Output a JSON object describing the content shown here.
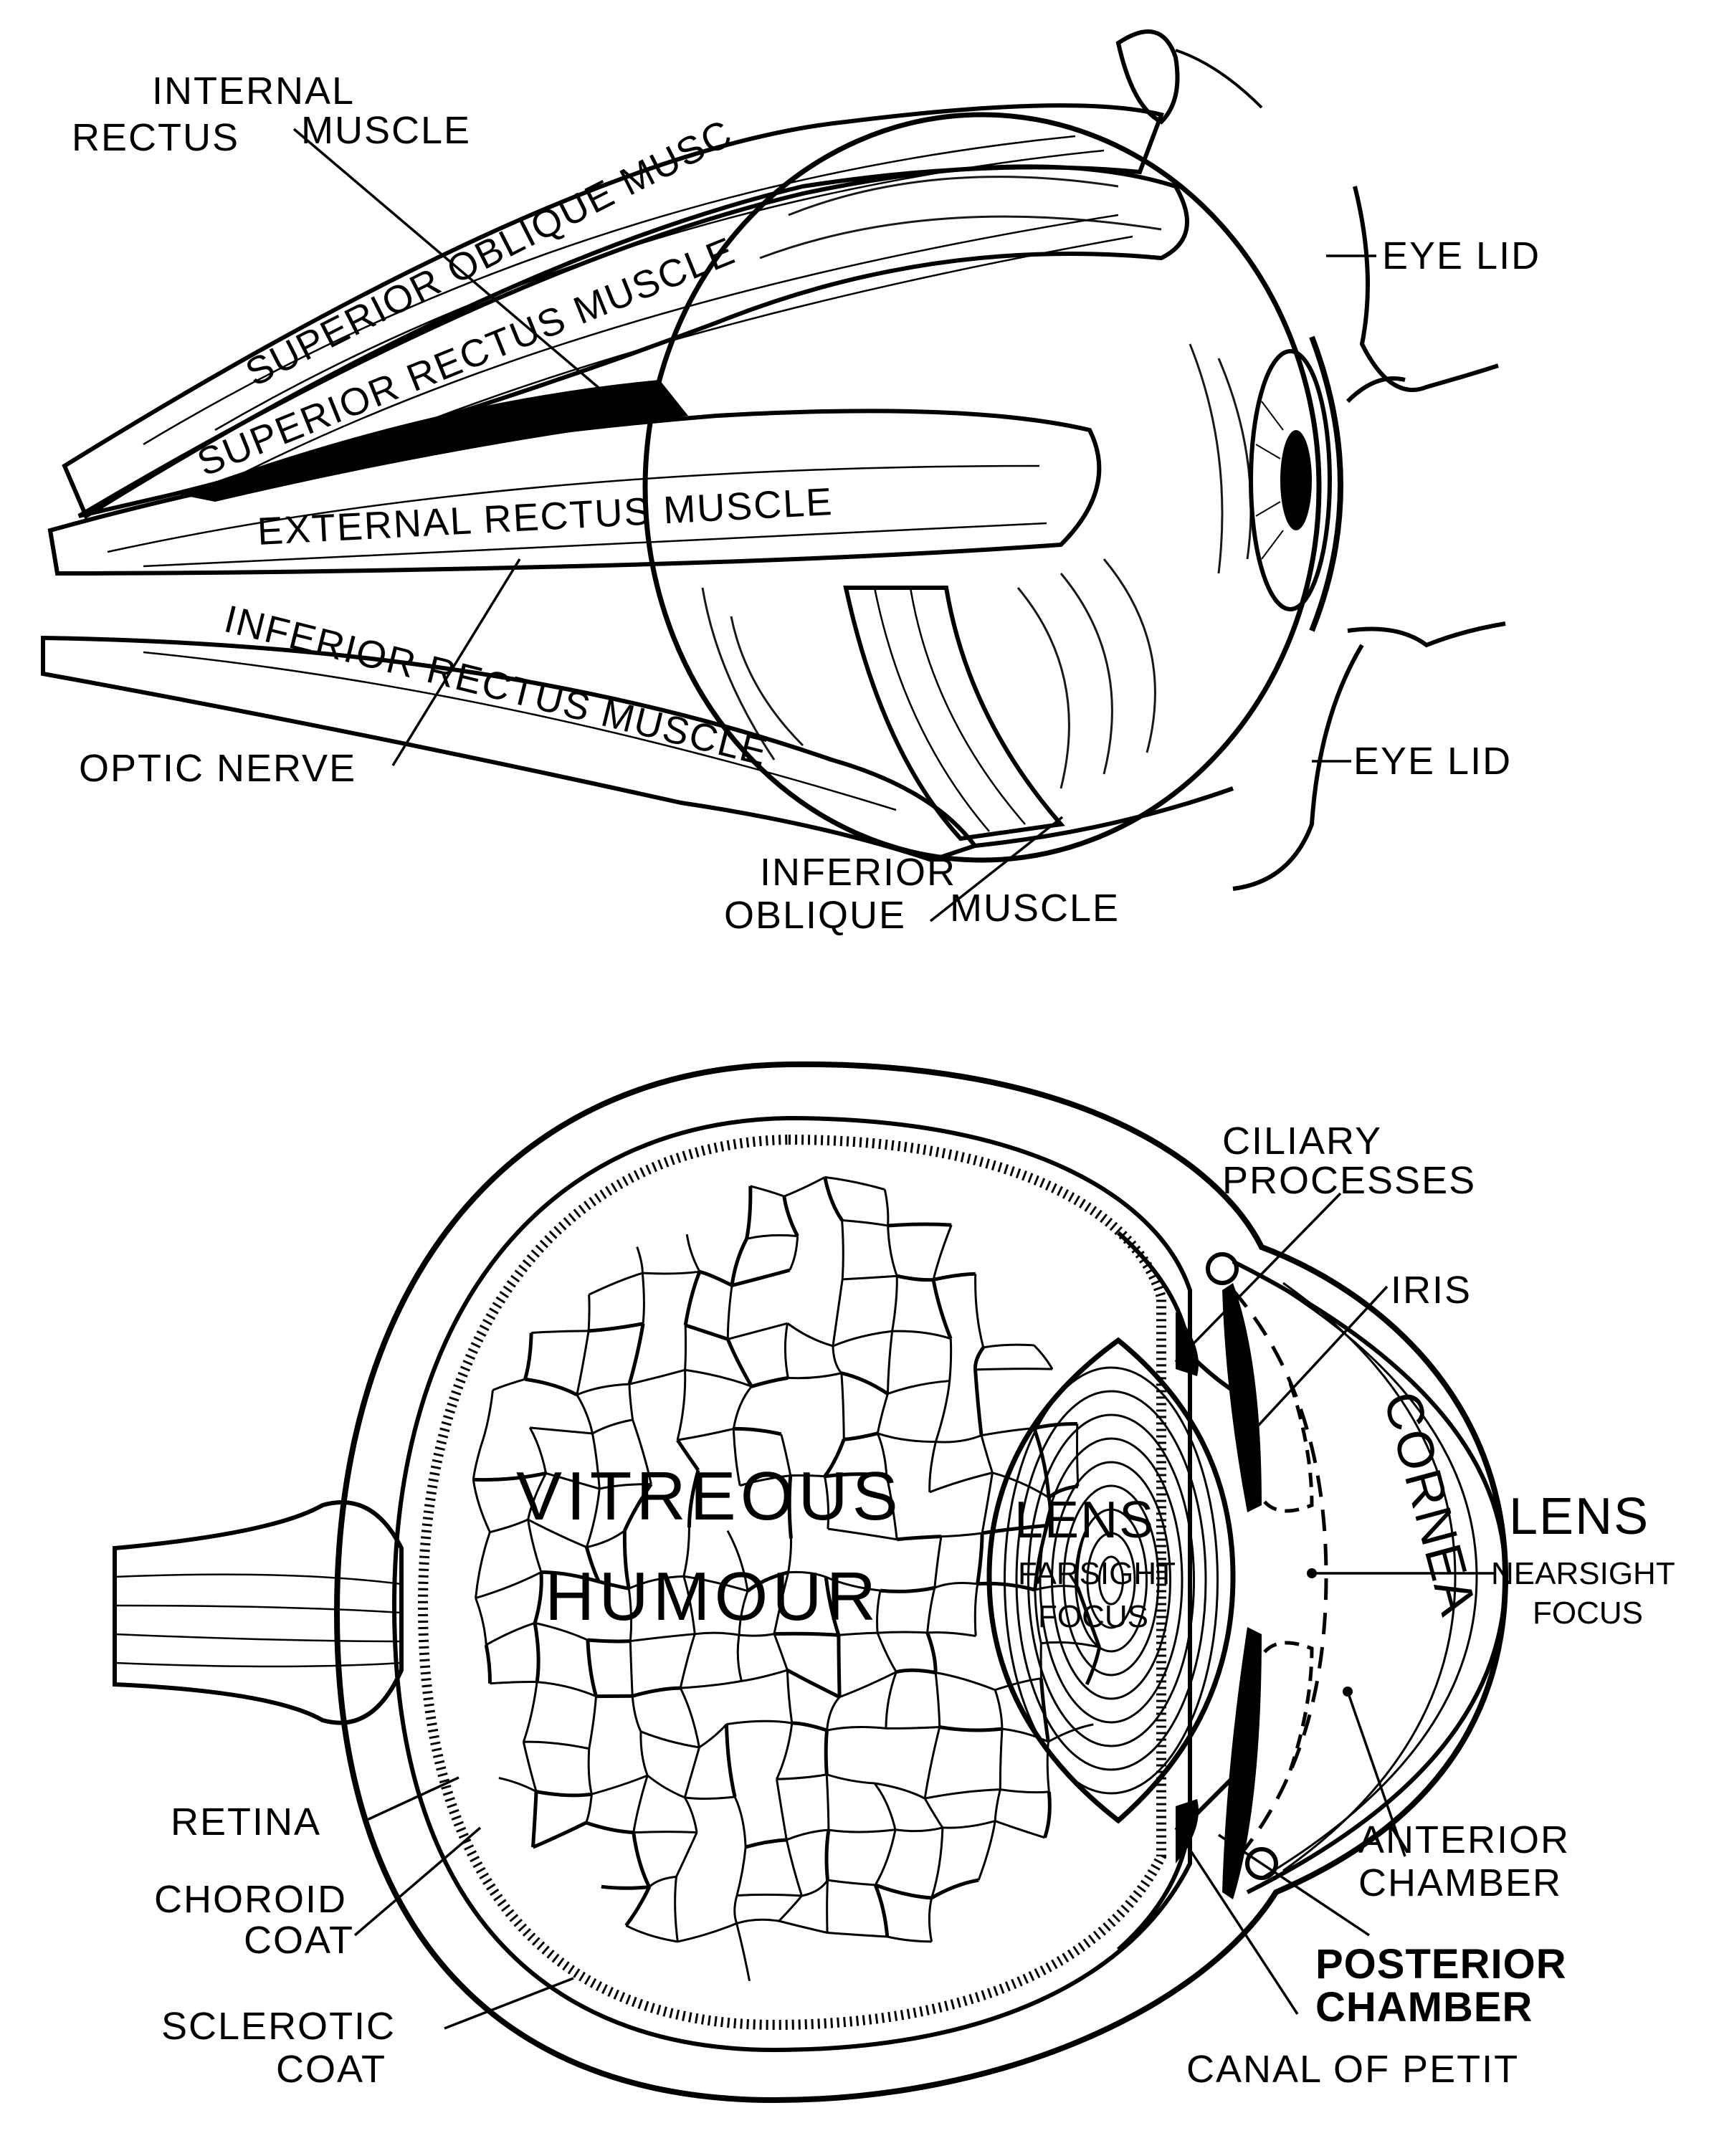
{
  "top_figure": {
    "labels": {
      "internal_rectus_1": "INTERNAL",
      "internal_rectus_2": "RECTUS",
      "internal_rectus_3": "MUSCLE",
      "superior_oblique": "SUPERIOR OBLIQUE MUSC",
      "superior_rectus": "SUPERIOR RECTUS MUSCLE",
      "external_rectus": "EXTERNAL RECTUS MUSCLE",
      "inferior_rectus": "INFERIOR RECTUS MUSCLE",
      "optic_nerve": "OPTIC NERVE",
      "inferior_oblique_1": "INFERIOR",
      "inferior_oblique_2": "OBLIQUE",
      "inferior_oblique_3": "MUSCLE",
      "eye_lid_upper": "EYE LID",
      "eye_lid_lower": "EYE LID"
    }
  },
  "bottom_figure": {
    "labels": {
      "ciliary_1": "CILIARY",
      "ciliary_2": "PROCESSES",
      "iris": "IRIS",
      "vitreous_1": "VITREOUS",
      "vitreous_2": "HUMOUR",
      "lens_inner_1": "LENS",
      "lens_inner_2": "FARSIGHT",
      "lens_inner_3": "FOCUS",
      "cornea": "CORNEA",
      "lens_outer_1": "LENS",
      "lens_outer_2": "NEARSIGHT",
      "lens_outer_3": "FOCUS",
      "retina": "RETINA",
      "choroid_1": "CHOROID",
      "choroid_2": "COAT",
      "sclerotic_1": "SCLEROTIC",
      "sclerotic_2": "COAT",
      "anterior_1": "ANTERIOR",
      "anterior_2": "CHAMBER",
      "posterior_1": "POSTERIOR",
      "posterior_2": "CHAMBER",
      "canal_petit": "CANAL OF PETIT"
    }
  }
}
